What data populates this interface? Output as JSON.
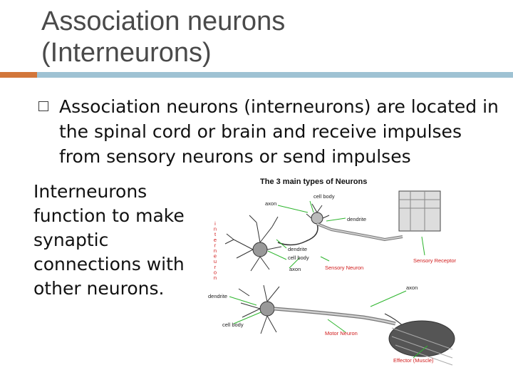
{
  "slide": {
    "title": "Association neurons\n(Interneurons)",
    "bullet_text": "Association neurons (interneurons) are located in the spinal cord or brain and receive impulses from sensory neurons or send impulses",
    "side_text": "Interneurons function to make synaptic connections with other neurons.",
    "colors": {
      "accent": "#d2763a",
      "rule": "#9fc2d3",
      "title": "#4a4a4a",
      "label_red": "#d11b1b"
    }
  },
  "diagram": {
    "title": "The 3 main types of Neurons",
    "labels": {
      "axon_top": "axon",
      "cell_body_top": "cell body",
      "dendrite_top": "dendrite",
      "dendrite_mid": "dendrite",
      "cell_body_mid": "cell body",
      "axon_mid": "axon",
      "sensory_neuron": "Sensory Neuron",
      "sensory_receptors": "Sensory Receptors",
      "dendrite_left": "dendrite",
      "axon_right": "axon",
      "cell_body_bottom": "cell body",
      "motor_neuron": "Motor Neuron",
      "effector": "Effector (Muscle)",
      "interneuron_vertical": "interneuron"
    }
  }
}
